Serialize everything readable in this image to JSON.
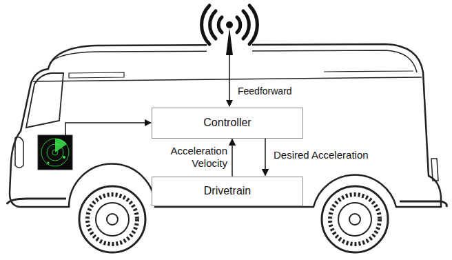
{
  "diagram": {
    "nodes": [
      {
        "text": [
          "Controller"
        ]
      },
      {
        "text": [
          "Drivetrain"
        ]
      }
    ],
    "edges": [
      {
        "from": 0,
        "to": 1,
        "label": "Desired Acceleration",
        "arrow": "to"
      },
      {
        "from": 1,
        "to": 0,
        "label": "Acceleration Velocity",
        "arrow": "to"
      }
    ],
    "labels": [
      "Feedforward"
    ]
  }
}
